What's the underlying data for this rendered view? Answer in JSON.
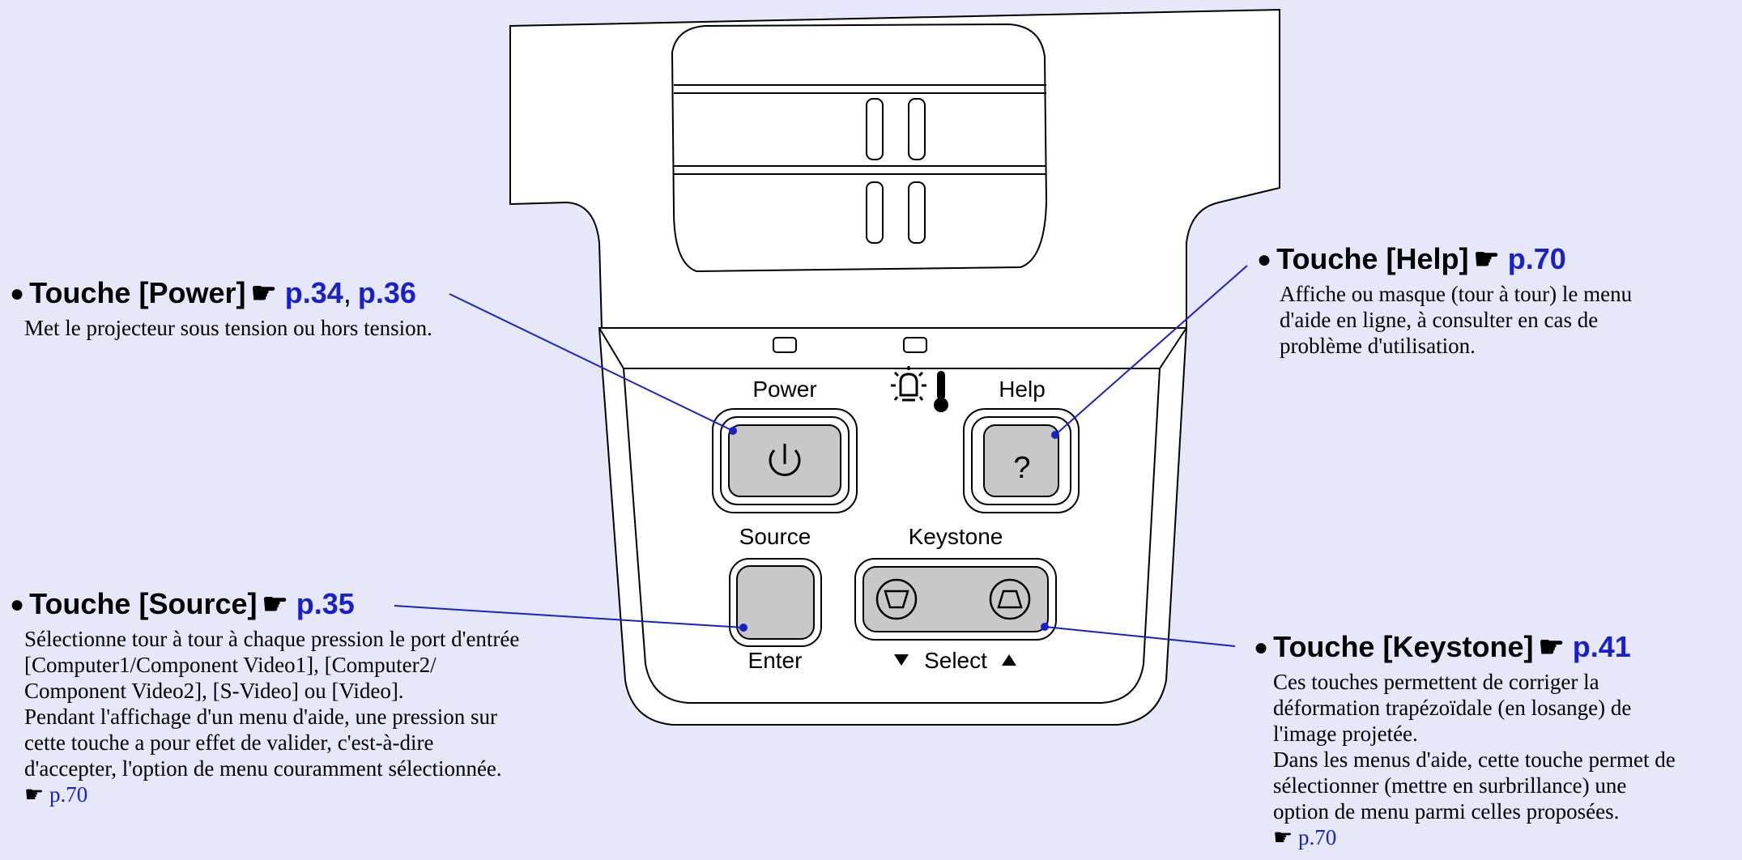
{
  "panel": {
    "labels": {
      "power": "Power",
      "help": "Help",
      "source": "Source",
      "keystone": "Keystone",
      "enter": "Enter",
      "select": "Select",
      "help_key": "?"
    }
  },
  "icons": {
    "power": "power-icon",
    "lamp": "lamp-icon",
    "temp": "thermometer-icon",
    "keystone_down": "keystone-down-icon",
    "keystone_up": "keystone-up-icon",
    "pointer": "pointing-hand-icon"
  },
  "callouts": {
    "power": {
      "title": "Touche [Power]",
      "ref1": "p.34",
      "sep": ",",
      "ref2": "p.36",
      "desc": "Met le projecteur sous tension ou hors tension."
    },
    "source": {
      "title": "Touche [Source]",
      "ref1": "p.35",
      "lines": [
        "Sélectionne tour à tour à chaque pression le port d'entrée",
        "[Computer1/Component Video1], [Computer2/",
        "Component Video2], [S-Video] ou [Video].",
        "Pendant l'affichage d'un menu d'aide, une pression sur",
        "cette touche a pour effet de valider, c'est-à-dire",
        "d'accepter, l'option de menu couramment sélectionnée."
      ],
      "page_ref": "p.70"
    },
    "help": {
      "title": "Touche [Help]",
      "ref1": "p.70",
      "lines": [
        "Affiche ou masque (tour à tour) le menu",
        "d'aide en ligne, à consulter en cas de",
        "problème d'utilisation."
      ]
    },
    "keystone": {
      "title": "Touche [Keystone]",
      "ref1": "p.41",
      "lines": [
        "Ces touches permettent de corriger la",
        "déformation trapézoïdale (en losange) de",
        "l'image projetée.",
        "Dans les menus d'aide, cette touche permet de",
        "sélectionner (mettre en surbrillance) une",
        "option de menu parmi celles proposées."
      ],
      "page_ref": "p.70"
    }
  },
  "colors": {
    "background": "#e6e8fa",
    "link": "#1a20c8",
    "button": "#c8c8c8"
  }
}
